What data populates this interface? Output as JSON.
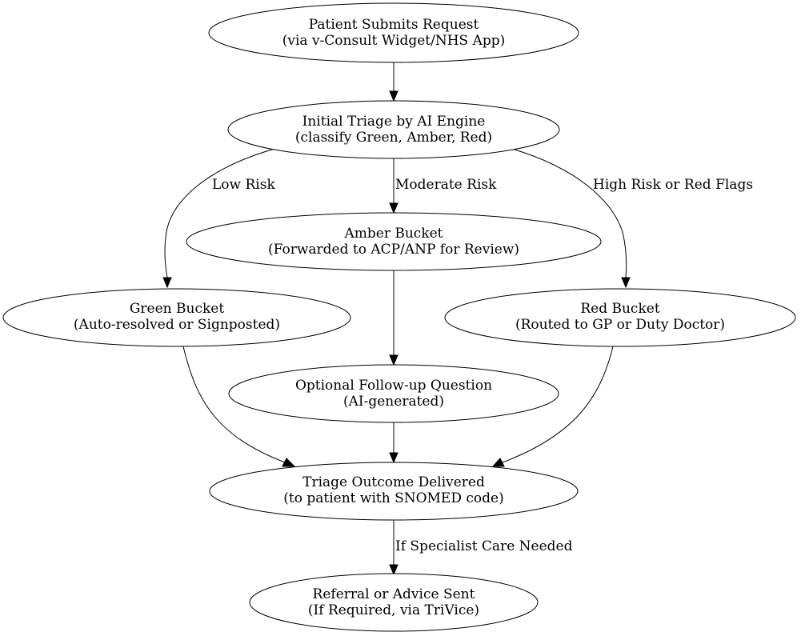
{
  "nodes": {
    "submit": {
      "line1": "Patient Submits Request",
      "line2": "(via v-Consult Widget/NHS App)"
    },
    "triage": {
      "line1": "Initial Triage by AI Engine",
      "line2": "(classify Green, Amber, Red)"
    },
    "amber": {
      "line1": "Amber Bucket",
      "line2": "(Forwarded to ACP/ANP for Review)"
    },
    "green": {
      "line1": "Green Bucket",
      "line2": "(Auto-resolved or Signposted)"
    },
    "red": {
      "line1": "Red Bucket",
      "line2": "(Routed to GP or Duty Doctor)"
    },
    "followup": {
      "line1": "Optional Follow-up Question",
      "line2": "(AI-generated)"
    },
    "outcome": {
      "line1": "Triage Outcome Delivered",
      "line2": "(to patient with SNOMED code)"
    },
    "referral": {
      "line1": "Referral or Advice Sent",
      "line2": "(If Required, via TriVice)"
    }
  },
  "edges": {
    "low_risk": "Low Risk",
    "moderate_risk": "Moderate Risk",
    "high_risk": "High Risk or Red Flags",
    "specialist": "If Specialist Care Needed"
  }
}
